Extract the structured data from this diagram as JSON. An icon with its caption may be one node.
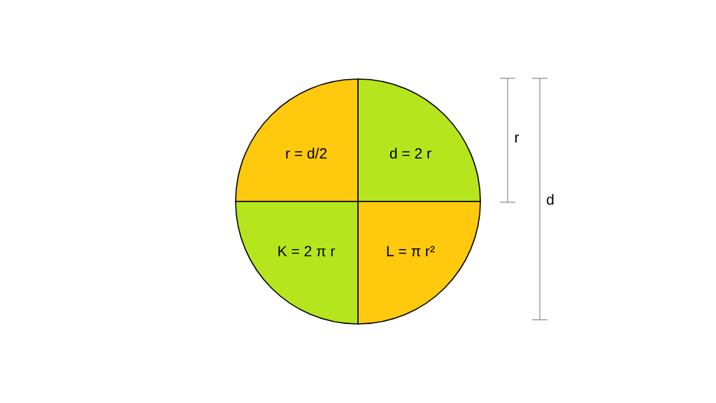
{
  "diagram": {
    "nodes": [
      {
        "text": [
          "r = d/2"
        ]
      },
      {
        "text": [
          "d = 2 r"
        ]
      },
      {
        "text": [
          "K = 2 π r"
        ]
      },
      {
        "text": [
          "L = π r²"
        ]
      }
    ],
    "labels": [
      "r",
      "d"
    ]
  }
}
